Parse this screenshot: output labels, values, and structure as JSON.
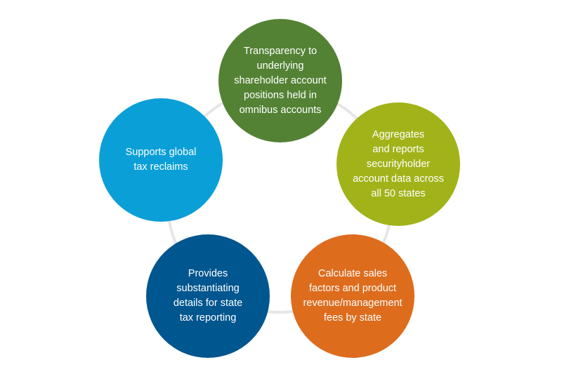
{
  "nodes": [
    {
      "label": "Transparency to\nunderlying\nshareholder account\npositions held in\nomnibus accounts",
      "color": "#548235"
    },
    {
      "label": "Aggregates\nand reports\nsecurityholder\naccount data across\nall 50 states",
      "color": "#a2b31a"
    },
    {
      "label": "Calculate sales\nfactors and product\nrevenue/management\nfees by state",
      "color": "#dd6c1d"
    },
    {
      "label": "Provides\nsubstantiating\ndetails for state\ntax reporting",
      "color": "#00568f"
    },
    {
      "label": "Supports global\ntax reclaims",
      "color": "#0b9fd8"
    }
  ],
  "ring_color": "#e6e6e6"
}
